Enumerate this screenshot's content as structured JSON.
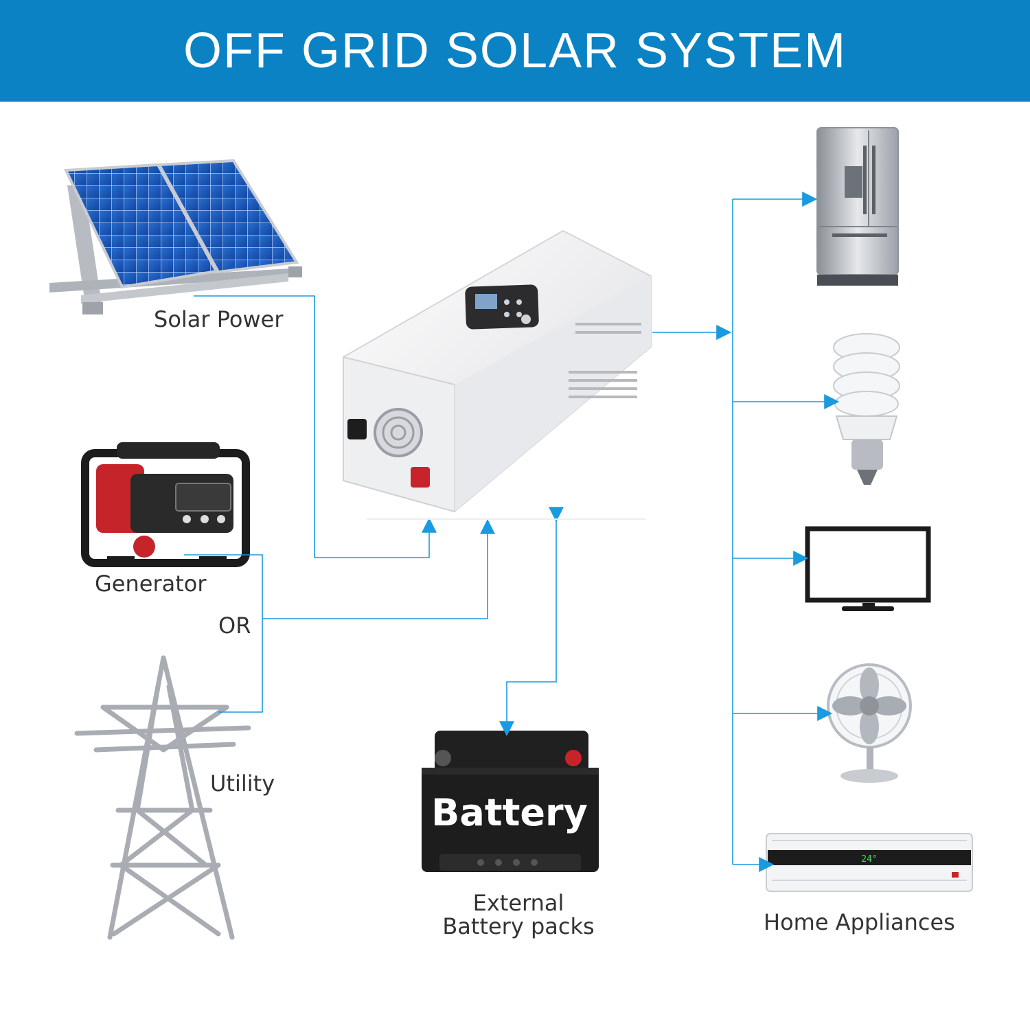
{
  "title": "OFF GRID SOLAR SYSTEM",
  "colors": {
    "banner": "#0a82c4",
    "connector": "#1a9ae0",
    "label_text": "#333333"
  },
  "sources": {
    "solar_label": "Solar Power",
    "generator_label": "Generator",
    "or_label": "OR",
    "utility_label": "Utility"
  },
  "storage": {
    "battery_text": "Battery",
    "external_line1": "External",
    "external_line2": "Battery packs"
  },
  "loads": {
    "label": "Home Appliances",
    "ac_display": "24°"
  }
}
